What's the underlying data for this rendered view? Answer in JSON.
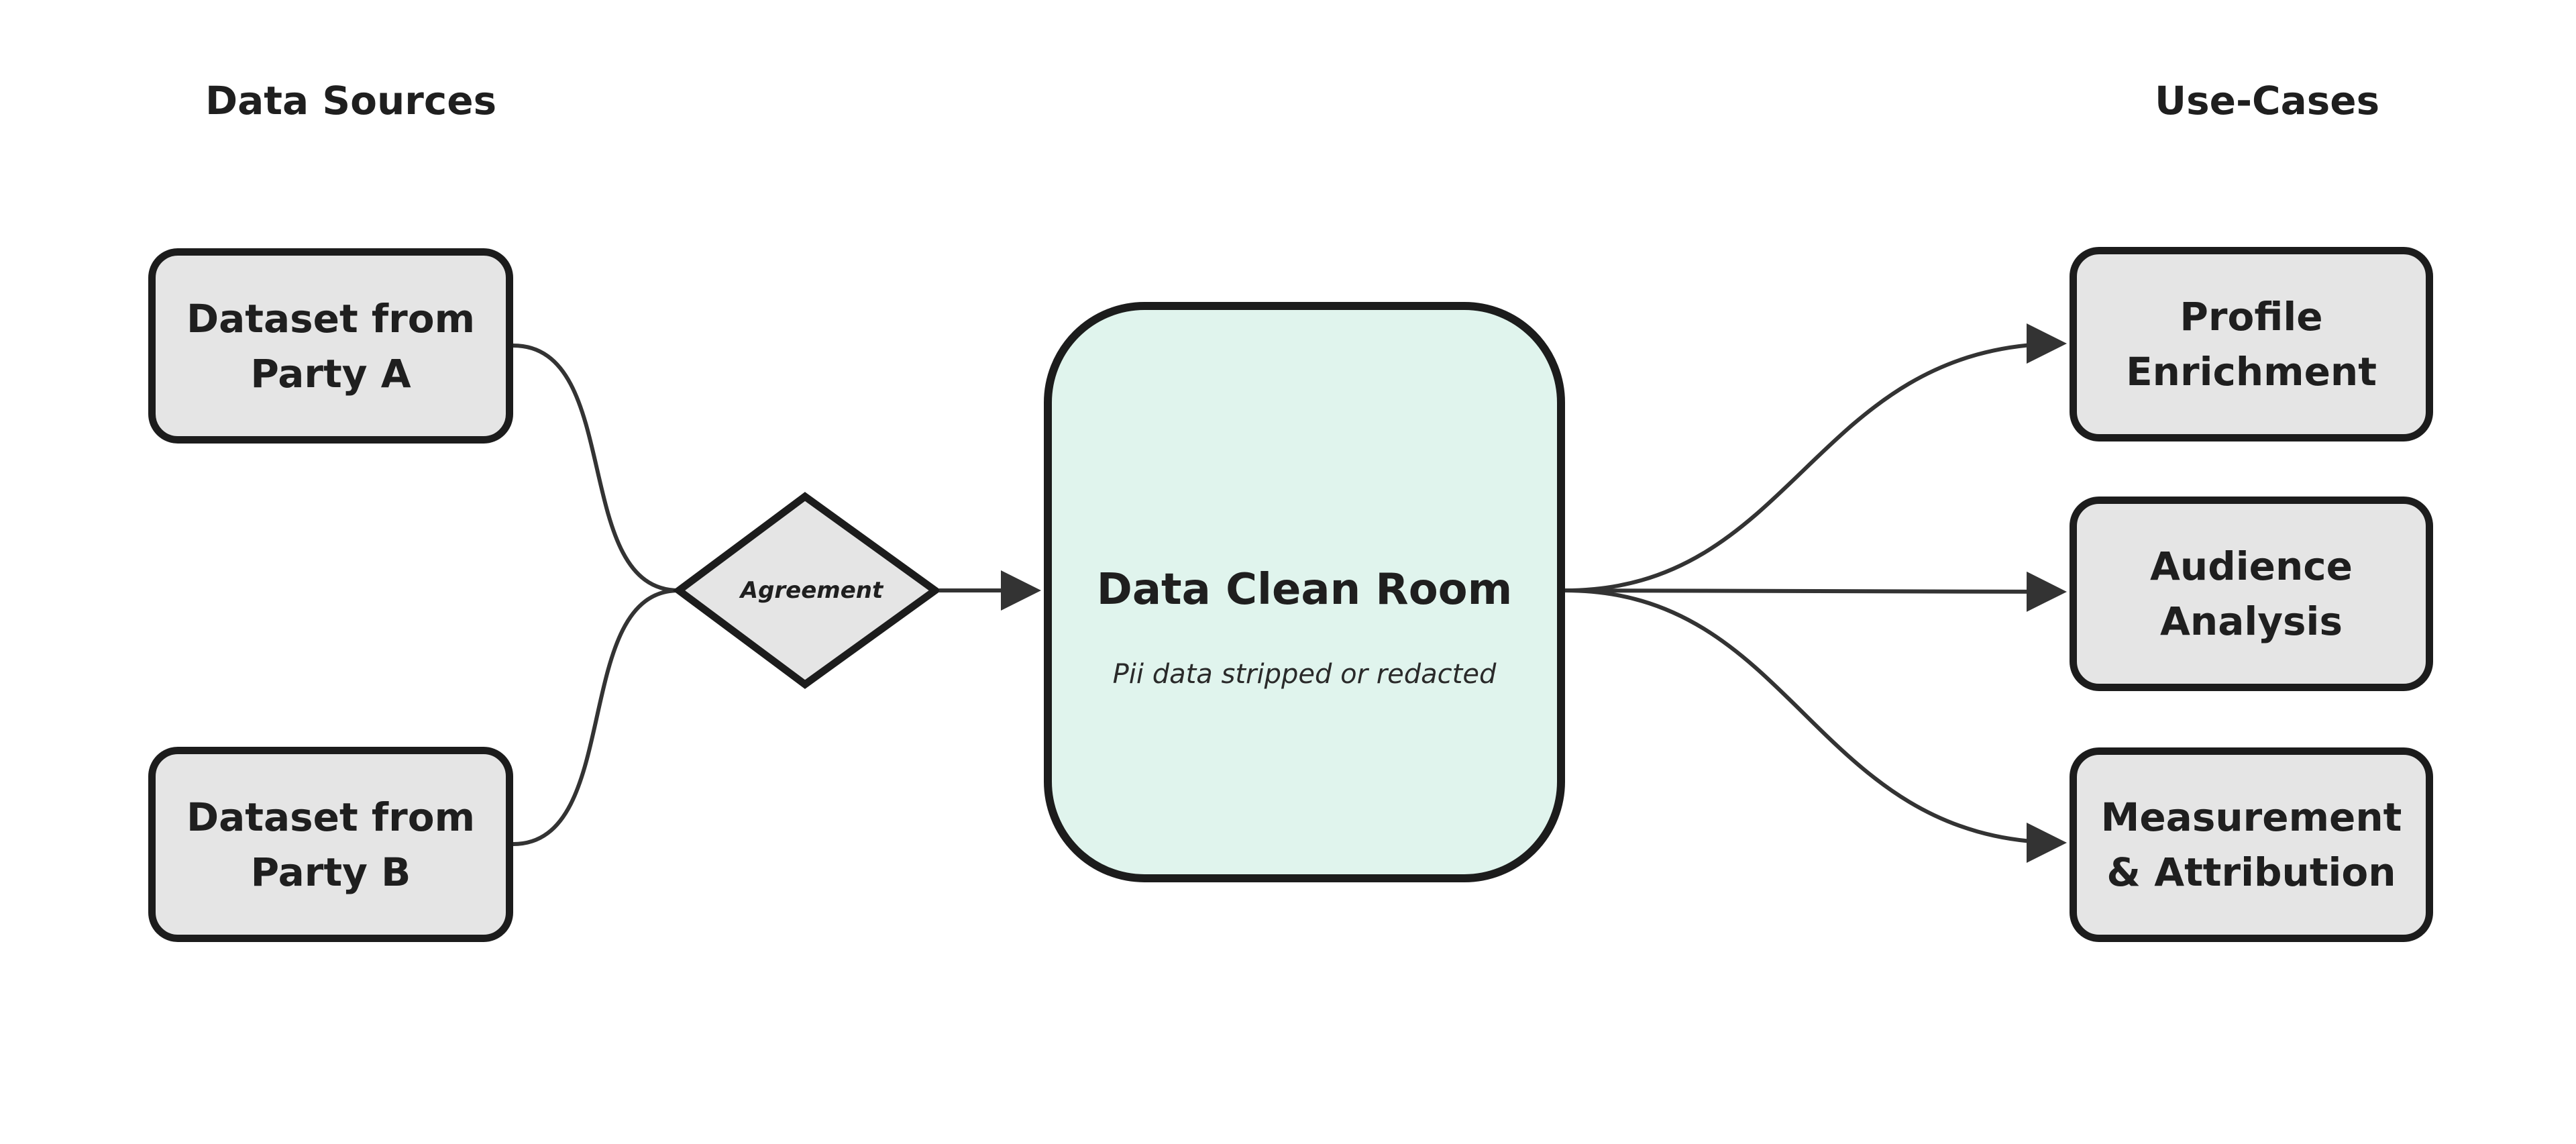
{
  "headings": {
    "left": "Data Sources",
    "right": "Use-Cases"
  },
  "sources": {
    "party_a": {
      "line1": "Dataset from",
      "line2": "Party A"
    },
    "party_b": {
      "line1": "Dataset from",
      "line2": "Party B"
    }
  },
  "agreement": {
    "label": "Agreement"
  },
  "clean_room": {
    "title": "Data Clean Room",
    "subtitle": "Pii data stripped or redacted"
  },
  "use_cases": {
    "profile": {
      "line1": "Profile",
      "line2": "Enrichment"
    },
    "audience": {
      "line1": "Audience",
      "line2": "Analysis"
    },
    "measurement": {
      "line1": "Measurement",
      "line2": "& Attribution"
    }
  },
  "colors": {
    "node_fill": "#e5e5e5",
    "clean_room_fill": "#e0f4ed",
    "stroke": "#1c1c1c",
    "connector": "#333333"
  }
}
